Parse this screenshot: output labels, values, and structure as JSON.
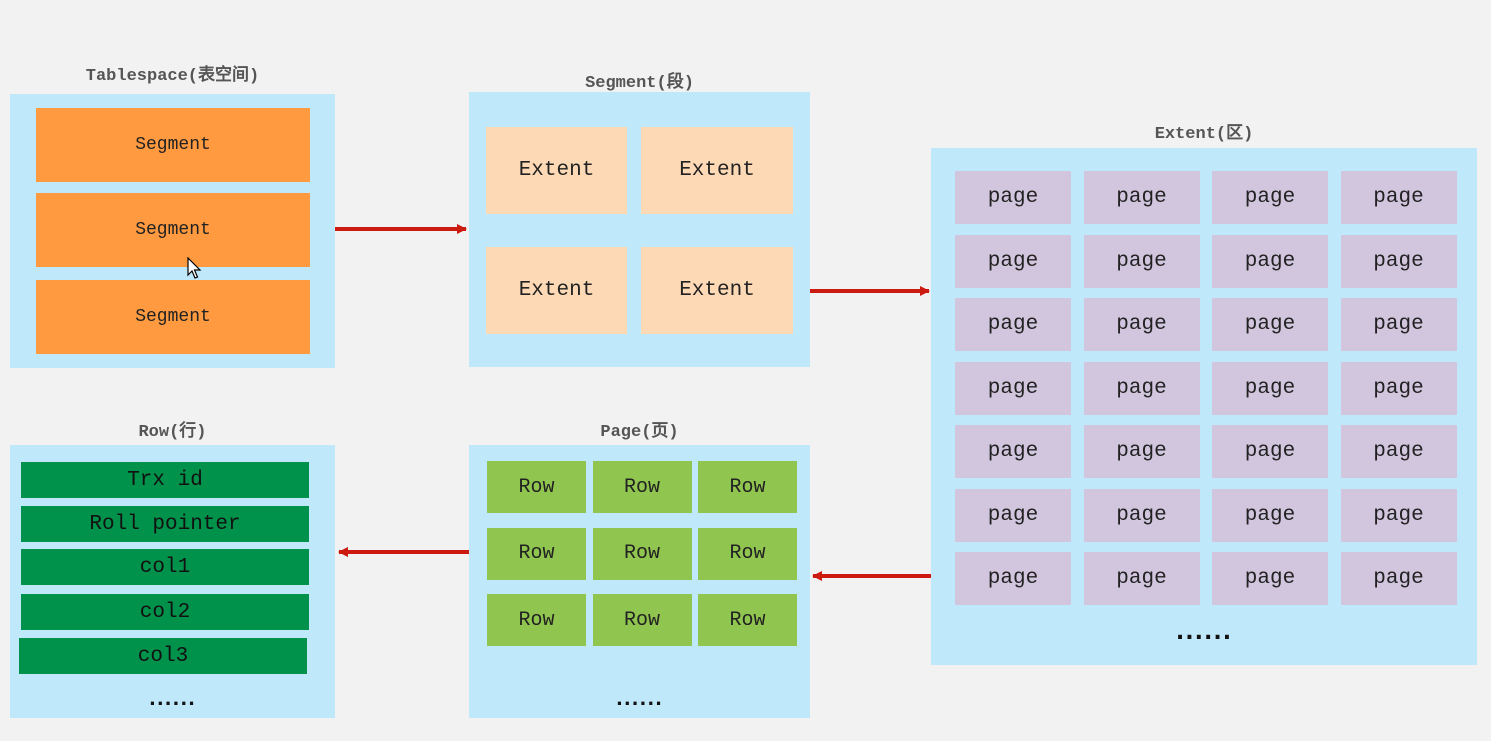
{
  "tablespace": {
    "title": "Tablespace(表空间)",
    "items": [
      "Segment",
      "Segment",
      "Segment"
    ]
  },
  "segment": {
    "title": "Segment(段)",
    "items": [
      "Extent",
      "Extent",
      "Extent",
      "Extent"
    ]
  },
  "extent": {
    "title": "Extent(区)",
    "cell_label": "page",
    "rows": 7,
    "cols": 4,
    "ellipsis": "......"
  },
  "page": {
    "title": "Page(页)",
    "cell_label": "Row",
    "rows": 3,
    "cols": 3,
    "ellipsis": "......"
  },
  "row": {
    "title": "Row(行)",
    "fields": [
      "Trx id",
      "Roll pointer",
      "col1",
      "col2",
      "col3"
    ],
    "ellipsis": "......"
  },
  "colors": {
    "panel": "#bfe9fb",
    "segment": "#ff9a40",
    "extent": "#fdd9b5",
    "page": "#d2c6df",
    "row": "#90c54f",
    "field": "#00924a",
    "arrow": "#cc1a10"
  },
  "icons": {
    "cursor": "mouse-pointer-icon"
  }
}
